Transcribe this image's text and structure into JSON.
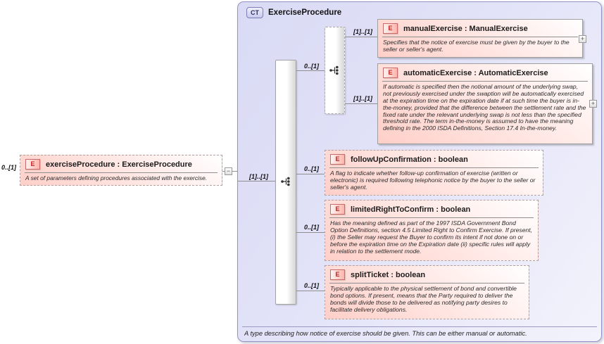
{
  "root_element": {
    "cardinality": "0..[1]",
    "badge": "E",
    "title": "exerciseProcedure : ExerciseProcedure",
    "description": "A set of parameters defining procedures associated with the exercise.",
    "collapse_glyph": "−"
  },
  "complex_type": {
    "badge": "CT",
    "title": "ExerciseProcedure",
    "entry_cardinality": "[1]..[1]",
    "footer": "A type describing how notice of exercise should be given. This can be either manual or automatic."
  },
  "sequence": {
    "icon": "sequence-icon"
  },
  "choice": {
    "cardinality": "0..[1]",
    "icon": "choice-icon"
  },
  "elements": [
    {
      "badge": "E",
      "cardinality": "[1]..[1]",
      "title": "manualExercise : ManualExercise",
      "description": "Specifies that the notice of exercise must be given by the buyer to the seller or seller's agent.",
      "expand_glyph": "+"
    },
    {
      "badge": "E",
      "cardinality": "[1]..[1]",
      "title": "automaticExercise : AutomaticExercise",
      "description": "If automatic is specified then the notional amount of the underlying swap, not previously exercised under the swaption will be automatically exercised at the expiration time on the expiration date if at such time the buyer is in-the-money, provided that the difference between the settlement rate and the fixed rate under the relevant underlying swap is not less than the specified threshold rate. The term in-the-money is assumed to have the meaning defining in the 2000 ISDA Definitions, Section 17.4 In-the-money.",
      "expand_glyph": "+"
    },
    {
      "badge": "E",
      "cardinality": "0..[1]",
      "title": "followUpConfirmation : boolean",
      "description": "A flag to indicate whether follow-up confirmation of exercise (written or electronic) is required following telephonic notice by the buyer to the seller or seller's agent."
    },
    {
      "badge": "E",
      "cardinality": "0..[1]",
      "title": "limitedRightToConfirm : boolean",
      "description": "Has the meaning defined as part of the 1997 ISDA Government Bond Option Definitions, section 4.5 Limited Right to Confirm Exercise. If present, (i) the Seller may request the Buyer to confirm its intent if not done on or before the expiration time on the Expiration date (ii) specific rules will apply in relation to the settlement mode."
    },
    {
      "badge": "E",
      "cardinality": "0..[1]",
      "title": "splitTicket : boolean",
      "description": "Typically applicable to the physical settlement of bond and convertible bond options. If present, means that the Party required to deliver the bonds will divide those to be delivered as notifying party desires to facilitate delivery obligations."
    }
  ],
  "colors": {
    "container_fill": "#dfe0f7",
    "container_border": "#9393c6",
    "element_fill": "#ffd2cb",
    "element_badge_red": "#c02020",
    "ct_badge_blue": "#2e2e5e",
    "line": "#8f8f8f"
  }
}
